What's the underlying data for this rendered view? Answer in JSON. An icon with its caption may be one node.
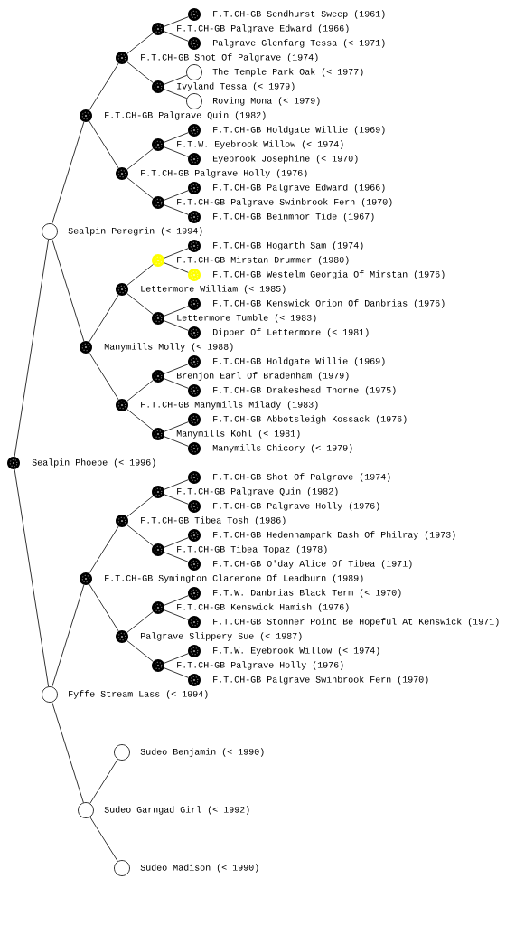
{
  "diagram": {
    "nodes": [
      {
        "text": [
          "F.T.CH-GB Sendhurst Sweep (1961)"
        ]
      },
      {
        "text": [
          "F.T.CH-GB Palgrave Edward (1966)"
        ]
      },
      {
        "text": [
          "Palgrave Glenfarg Tessa (< 1971)"
        ]
      },
      {
        "text": [
          "F.T.CH-GB Shot Of Palgrave (1974)"
        ]
      },
      {
        "text": [
          "The Temple Park Oak (< 1977)"
        ]
      },
      {
        "text": [
          "Ivyland Tessa (< 1979)"
        ]
      },
      {
        "text": [
          "Roving Mona (< 1979)"
        ]
      },
      {
        "text": [
          "F.T.CH-GB Palgrave Quin (1982)"
        ]
      },
      {
        "text": [
          "F.T.CH-GB Holdgate Willie (1969)"
        ]
      },
      {
        "text": [
          "F.T.W. Eyebrook Willow (< 1974)"
        ]
      },
      {
        "text": [
          "Eyebrook Josephine (< 1970)"
        ]
      },
      {
        "text": [
          "F.T.CH-GB Palgrave Holly (1976)"
        ]
      },
      {
        "text": [
          "F.T.CH-GB Palgrave Edward (1966)"
        ]
      },
      {
        "text": [
          "F.T.CH-GB Palgrave Swinbrook Fern (1970)"
        ]
      },
      {
        "text": [
          "F.T.CH-GB Beinmhor Tide (1967)"
        ]
      },
      {
        "text": [
          "Sealpin Peregrin (< 1994)"
        ]
      },
      {
        "text": [
          "F.T.CH-GB Hogarth Sam (1974)"
        ]
      },
      {
        "text": [
          "F.T.CH-GB Mirstan Drummer (1980)"
        ]
      },
      {
        "text": [
          "F.T.CH-GB Westelm Georgia Of Mirstan (1976)"
        ]
      },
      {
        "text": [
          "Lettermore William (< 1985)"
        ]
      },
      {
        "text": [
          "F.T.CH-GB Kenswick Orion Of Danbrias (1976)"
        ]
      },
      {
        "text": [
          "Lettermore Tumble (< 1983)"
        ]
      },
      {
        "text": [
          "Dipper Of Lettermore (< 1981)"
        ]
      },
      {
        "text": [
          "Manymills Molly (< 1988)"
        ]
      },
      {
        "text": [
          "F.T.CH-GB Holdgate Willie (1969)"
        ]
      },
      {
        "text": [
          "Brenjon Earl Of Bradenham (1979)"
        ]
      },
      {
        "text": [
          "F.T.CH-GB Drakeshead Thorne (1975)"
        ]
      },
      {
        "text": [
          "F.T.CH-GB Manymills Milady (1983)"
        ]
      },
      {
        "text": [
          "F.T.CH-GB Abbotsleigh Kossack (1976)"
        ]
      },
      {
        "text": [
          "Manymills Kohl (< 1981)"
        ]
      },
      {
        "text": [
          "Manymills Chicory (< 1979)"
        ]
      },
      {
        "text": [
          "Sealpin Phoebe (< 1996)"
        ]
      },
      {
        "text": [
          "F.T.CH-GB Shot Of Palgrave (1974)"
        ]
      },
      {
        "text": [
          "F.T.CH-GB Palgrave Quin (1982)"
        ]
      },
      {
        "text": [
          "F.T.CH-GB Palgrave Holly (1976)"
        ]
      },
      {
        "text": [
          "F.T.CH-GB Tibea Tosh (1986)"
        ]
      },
      {
        "text": [
          "F.T.CH-GB Hedenhampark Dash Of Philray (1973)"
        ]
      },
      {
        "text": [
          "F.T.CH-GB Tibea Topaz (1978)"
        ]
      },
      {
        "text": [
          "F.T.CH-GB O'day Alice Of Tibea (1971)"
        ]
      },
      {
        "text": [
          "F.T.CH-GB Symington Clarerone Of Leadburn (1989)"
        ]
      },
      {
        "text": [
          "F.T.W. Danbrias Black Term (< 1970)"
        ]
      },
      {
        "text": [
          "F.T.CH-GB Kenswick Hamish (1976)"
        ]
      },
      {
        "text": [
          "F.T.CH-GB Stonner Point Be Hopeful At Kenswick (1971)"
        ]
      },
      {
        "text": [
          "Palgrave Slippery Sue (< 1987)"
        ]
      },
      {
        "text": [
          "F.T.W. Eyebrook Willow (< 1974)"
        ]
      },
      {
        "text": [
          "F.T.CH-GB Palgrave Holly (1976)"
        ]
      },
      {
        "text": [
          "F.T.CH-GB Palgrave Swinbrook Fern (1970)"
        ]
      },
      {
        "text": [
          "Fyffe Stream Lass (< 1994)"
        ]
      },
      {
        "text": [
          "Sudeo Benjamin (< 1990)"
        ]
      },
      {
        "text": [
          "Sudeo Garngad Girl (< 1992)"
        ]
      },
      {
        "text": [
          "Sudeo Madison (< 1990)"
        ]
      }
    ],
    "edges": [
      {
        "from": 31,
        "to": 15,
        "arrow": "none"
      },
      {
        "from": 31,
        "to": 47,
        "arrow": "none"
      },
      {
        "from": 15,
        "to": 7,
        "arrow": "none"
      },
      {
        "from": 15,
        "to": 23,
        "arrow": "none"
      },
      {
        "from": 47,
        "to": 39,
        "arrow": "none"
      },
      {
        "from": 47,
        "to": 49,
        "arrow": "none"
      },
      {
        "from": 7,
        "to": 3,
        "arrow": "none"
      },
      {
        "from": 7,
        "to": 11,
        "arrow": "none"
      },
      {
        "from": 23,
        "to": 19,
        "arrow": "none"
      },
      {
        "from": 23,
        "to": 27,
        "arrow": "none"
      },
      {
        "from": 39,
        "to": 35,
        "arrow": "none"
      },
      {
        "from": 39,
        "to": 43,
        "arrow": "none"
      },
      {
        "from": 49,
        "to": 48,
        "arrow": "none"
      },
      {
        "from": 49,
        "to": 50,
        "arrow": "none"
      },
      {
        "from": 3,
        "to": 1,
        "arrow": "none"
      },
      {
        "from": 3,
        "to": 5,
        "arrow": "none"
      },
      {
        "from": 11,
        "to": 9,
        "arrow": "none"
      },
      {
        "from": 11,
        "to": 13,
        "arrow": "none"
      },
      {
        "from": 19,
        "to": 17,
        "arrow": "none"
      },
      {
        "from": 19,
        "to": 21,
        "arrow": "none"
      },
      {
        "from": 27,
        "to": 25,
        "arrow": "none"
      },
      {
        "from": 27,
        "to": 29,
        "arrow": "none"
      },
      {
        "from": 35,
        "to": 33,
        "arrow": "none"
      },
      {
        "from": 35,
        "to": 37,
        "arrow": "none"
      },
      {
        "from": 43,
        "to": 41,
        "arrow": "none"
      },
      {
        "from": 43,
        "to": 45,
        "arrow": "none"
      },
      {
        "from": 1,
        "to": 0,
        "arrow": "none"
      },
      {
        "from": 1,
        "to": 2,
        "arrow": "none"
      },
      {
        "from": 5,
        "to": 4,
        "arrow": "none"
      },
      {
        "from": 5,
        "to": 6,
        "arrow": "none"
      },
      {
        "from": 9,
        "to": 8,
        "arrow": "none"
      },
      {
        "from": 9,
        "to": 10,
        "arrow": "none"
      },
      {
        "from": 13,
        "to": 12,
        "arrow": "none"
      },
      {
        "from": 13,
        "to": 14,
        "arrow": "none"
      },
      {
        "from": 17,
        "to": 16,
        "arrow": "none"
      },
      {
        "from": 17,
        "to": 18,
        "arrow": "none"
      },
      {
        "from": 21,
        "to": 20,
        "arrow": "none"
      },
      {
        "from": 21,
        "to": 22,
        "arrow": "none"
      },
      {
        "from": 25,
        "to": 24,
        "arrow": "none"
      },
      {
        "from": 25,
        "to": 26,
        "arrow": "none"
      },
      {
        "from": 29,
        "to": 28,
        "arrow": "none"
      },
      {
        "from": 29,
        "to": 30,
        "arrow": "none"
      },
      {
        "from": 33,
        "to": 32,
        "arrow": "none"
      },
      {
        "from": 33,
        "to": 34,
        "arrow": "none"
      },
      {
        "from": 37,
        "to": 36,
        "arrow": "none"
      },
      {
        "from": 37,
        "to": 38,
        "arrow": "none"
      },
      {
        "from": 41,
        "to": 40,
        "arrow": "none"
      },
      {
        "from": 41,
        "to": 42,
        "arrow": "none"
      },
      {
        "from": 45,
        "to": 44,
        "arrow": "none"
      },
      {
        "from": 45,
        "to": 46,
        "arrow": "none"
      }
    ]
  }
}
